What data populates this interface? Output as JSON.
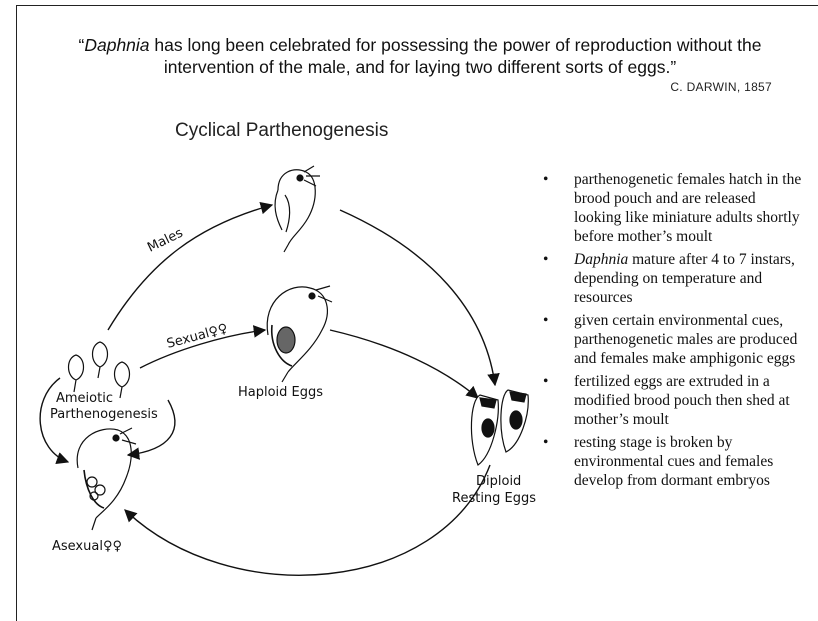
{
  "quote": {
    "open": "“",
    "genus": "Daphnia",
    "text": " has long been celebrated for possessing the power of reproduction without the intervention of the male, and for laying two different sorts of eggs.”",
    "attribution": "C. DARWIN, 1857"
  },
  "diagram": {
    "title": "Cyclical Parthenogenesis",
    "labels": {
      "males": "Males",
      "sexual": "Sexual♀♀",
      "ameiotic_1": "Ameiotic",
      "ameiotic_2": "Parthenogenesis",
      "haploid": "Haploid Eggs",
      "diploid_1": "Diploid",
      "diploid_2": "Resting Eggs",
      "asexual": "Asexual♀♀"
    }
  },
  "bullets": [
    {
      "mark": "•",
      "lead": "",
      "text": "parthenogenetic females hatch in the brood pouch and are released looking like miniature adults shortly before mother’s moult"
    },
    {
      "mark": "•",
      "lead": "Daphnia",
      "text": " mature after 4 to 7 instars, depending on temperature and resources"
    },
    {
      "mark": "•",
      "lead": "",
      "text": "given certain environmental cues, parthenogenetic males are produced and females make amphigonic eggs"
    },
    {
      "mark": "•",
      "lead": "",
      "text": "fertilized eggs are extruded in a modified brood pouch then shed at mother’s moult"
    },
    {
      "mark": "•",
      "lead": "",
      "text": "resting stage is broken by environmental cues and females develop from dormant embryos"
    }
  ]
}
